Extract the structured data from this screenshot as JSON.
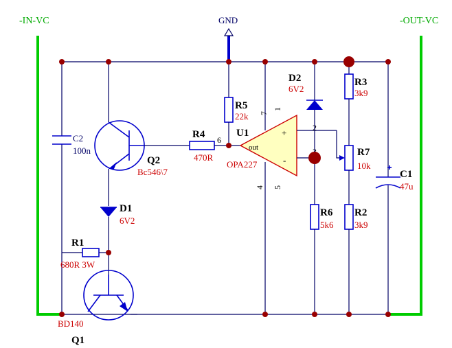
{
  "rails": {
    "in_label": "-IN-VC",
    "out_label": "-OUT-VC",
    "gnd_label": "GND"
  },
  "components": {
    "C2": {
      "ref": "C2",
      "value": "100n"
    },
    "Q2": {
      "ref": "Q2",
      "value": "Bc546\\7"
    },
    "R4": {
      "ref": "R4",
      "value": "470R"
    },
    "R5": {
      "ref": "R5",
      "value": "22k"
    },
    "U1": {
      "ref": "U1",
      "value": "OPA227",
      "out_label": "out",
      "plus": "+",
      "minus": "-"
    },
    "D2": {
      "ref": "D2",
      "value": "6V2"
    },
    "R3": {
      "ref": "R3",
      "value": "3k9"
    },
    "R7": {
      "ref": "R7",
      "value": "10k"
    },
    "C1": {
      "ref": "C1",
      "value": "47u"
    },
    "D1": {
      "ref": "D1",
      "value": "6V2"
    },
    "R1": {
      "ref": "R1",
      "value": "680R 3W"
    },
    "R6": {
      "ref": "R6",
      "value": "5k6"
    },
    "R2": {
      "ref": "R2",
      "value": "3k9"
    },
    "Q1": {
      "ref": "Q1",
      "value": "BD140"
    }
  },
  "pins": {
    "p6": "6",
    "p7": "7",
    "p1": "1",
    "p2": "2",
    "p3": "3",
    "p4": "4",
    "p5": "5"
  },
  "colors": {
    "wire": "#000066",
    "rail": "#00cc00",
    "component": "#0000cc",
    "value_text": "#cc0000",
    "junction": "#990000",
    "opamp_fill": "#ffffc0"
  }
}
